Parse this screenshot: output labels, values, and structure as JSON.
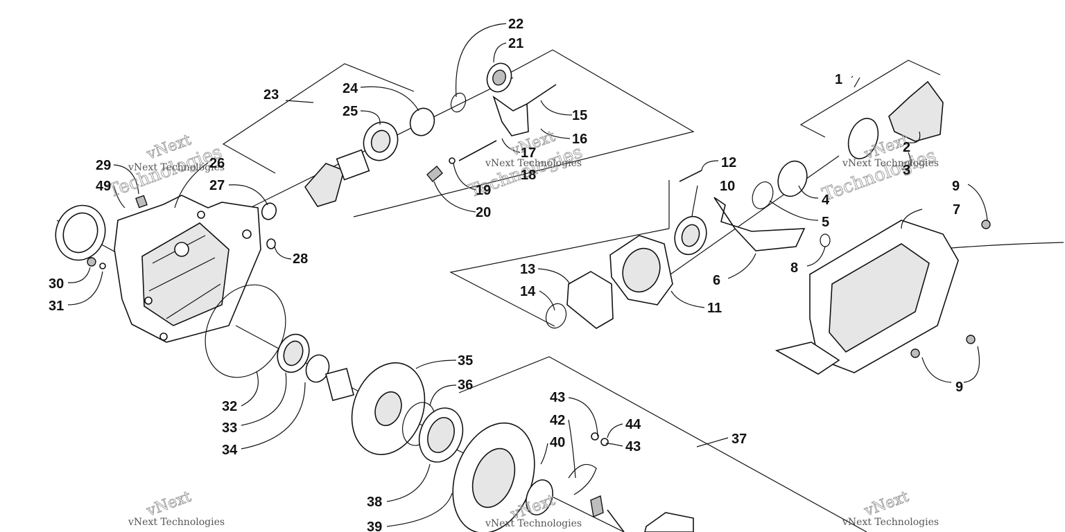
{
  "labels": [
    {
      "id": "p1",
      "text": "1"
    },
    {
      "id": "p2",
      "text": "2"
    },
    {
      "id": "p3",
      "text": "3"
    },
    {
      "id": "p4",
      "text": "4"
    },
    {
      "id": "p5",
      "text": "5"
    },
    {
      "id": "p6",
      "text": "6"
    },
    {
      "id": "p7",
      "text": "7"
    },
    {
      "id": "p8",
      "text": "8"
    },
    {
      "id": "p9a",
      "text": "9"
    },
    {
      "id": "p9b",
      "text": "9"
    },
    {
      "id": "p10",
      "text": "10"
    },
    {
      "id": "p11",
      "text": "11"
    },
    {
      "id": "p12",
      "text": "12"
    },
    {
      "id": "p13",
      "text": "13"
    },
    {
      "id": "p14",
      "text": "14"
    },
    {
      "id": "p15",
      "text": "15"
    },
    {
      "id": "p16",
      "text": "16"
    },
    {
      "id": "p17",
      "text": "17"
    },
    {
      "id": "p18",
      "text": "18"
    },
    {
      "id": "p19",
      "text": "19"
    },
    {
      "id": "p20",
      "text": "20"
    },
    {
      "id": "p21",
      "text": "21"
    },
    {
      "id": "p22",
      "text": "22"
    },
    {
      "id": "p23",
      "text": "23"
    },
    {
      "id": "p24",
      "text": "24"
    },
    {
      "id": "p25",
      "text": "25"
    },
    {
      "id": "p26",
      "text": "26"
    },
    {
      "id": "p27",
      "text": "27"
    },
    {
      "id": "p28",
      "text": "28"
    },
    {
      "id": "p29",
      "text": "29"
    },
    {
      "id": "p30",
      "text": "30"
    },
    {
      "id": "p31",
      "text": "31"
    },
    {
      "id": "p32",
      "text": "32"
    },
    {
      "id": "p33",
      "text": "33"
    },
    {
      "id": "p34",
      "text": "34"
    },
    {
      "id": "p35",
      "text": "35"
    },
    {
      "id": "p36",
      "text": "36"
    },
    {
      "id": "p37",
      "text": "37"
    },
    {
      "id": "p38",
      "text": "38"
    },
    {
      "id": "p39",
      "text": "39"
    },
    {
      "id": "p40",
      "text": "40"
    },
    {
      "id": "p42",
      "text": "42"
    },
    {
      "id": "p43a",
      "text": "43"
    },
    {
      "id": "p43b",
      "text": "43"
    },
    {
      "id": "p44",
      "text": "44"
    },
    {
      "id": "p49",
      "text": "49"
    }
  ],
  "watermark": {
    "line1": "vNext",
    "line2": "Technologies",
    "small": "vNext Technologies"
  }
}
